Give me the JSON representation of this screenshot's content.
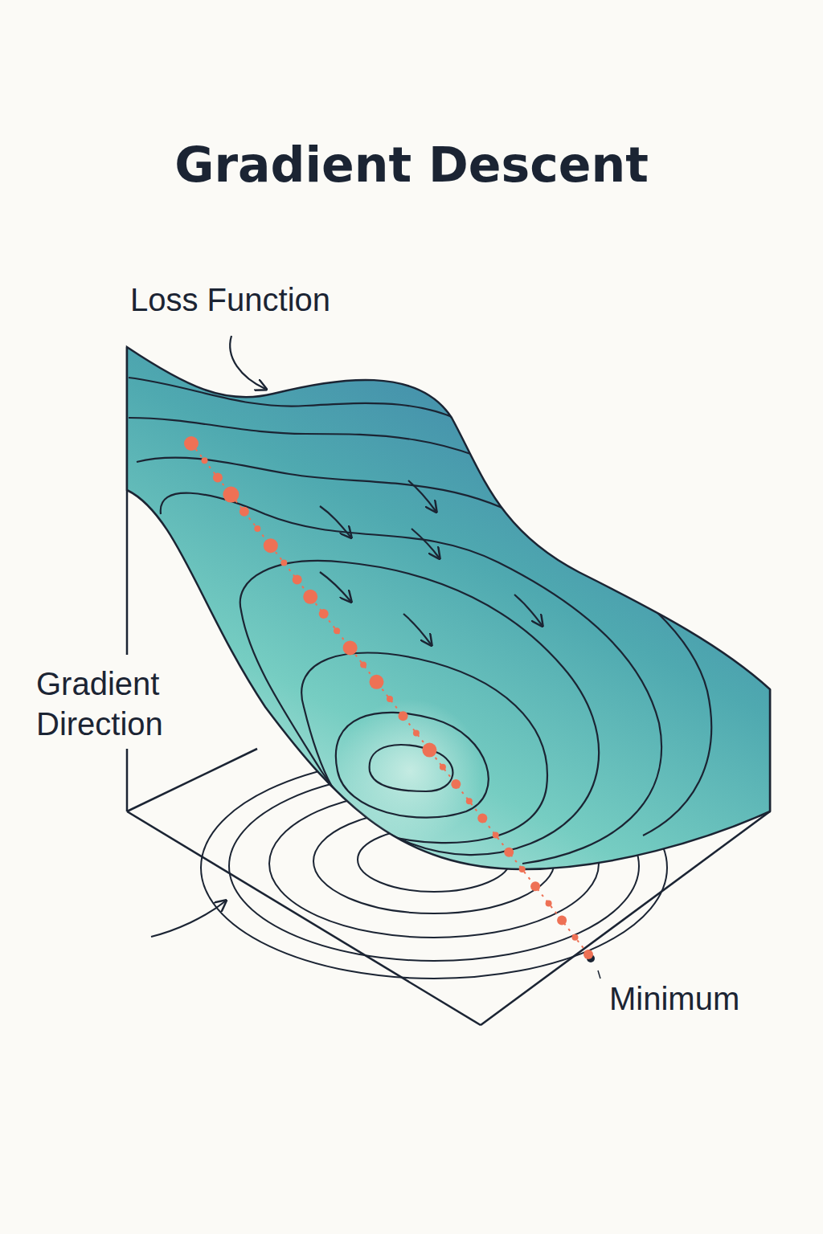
{
  "diagram": {
    "title": "Gradient Descent",
    "labels": [
      "Loss Function",
      "Gradient Direction",
      "Minimum"
    ]
  }
}
